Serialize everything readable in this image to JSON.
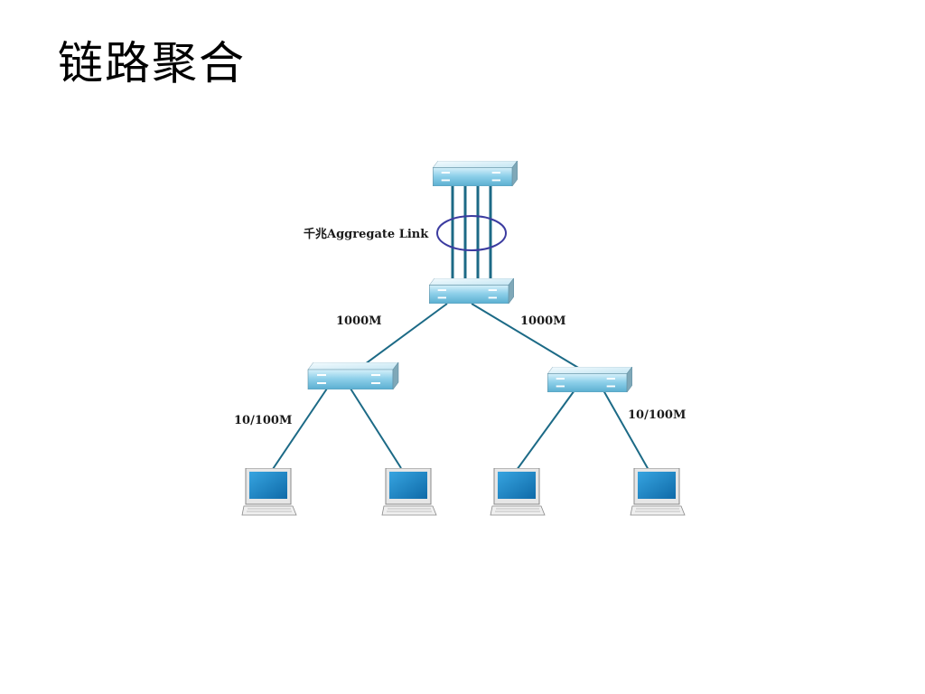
{
  "slide": {
    "title": "链路聚合"
  },
  "diagram": {
    "aggregate_label": "千兆Aggregate Link",
    "uplink_left_label": "1000M",
    "uplink_right_label": "1000M",
    "access_left_label": "10/100M",
    "access_right_label": "10/100M",
    "aggregate_link_count": 4,
    "nodes": [
      {
        "name": "core-switch",
        "type": "switch-icon"
      },
      {
        "name": "distribution-switch",
        "type": "switch-icon"
      },
      {
        "name": "access-switch-left",
        "type": "switch-icon"
      },
      {
        "name": "access-switch-right",
        "type": "switch-icon"
      },
      {
        "name": "laptop-1",
        "type": "laptop-icon"
      },
      {
        "name": "laptop-2",
        "type": "laptop-icon"
      },
      {
        "name": "laptop-3",
        "type": "laptop-icon"
      },
      {
        "name": "laptop-4",
        "type": "laptop-icon"
      }
    ],
    "colors": {
      "link": "#1c6a86",
      "ellipse": "#3c3ca0",
      "switch_face": "#9fd6ea",
      "laptop_screen": "#1e88c8"
    }
  }
}
